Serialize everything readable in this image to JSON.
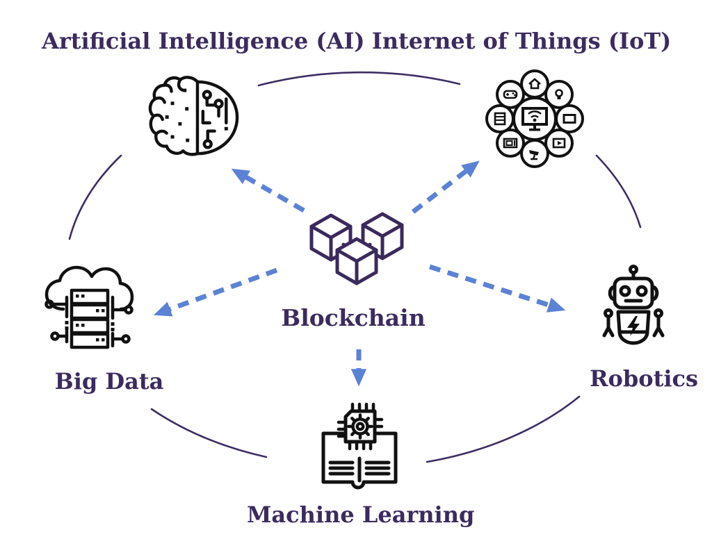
{
  "diagram": {
    "title_implicit": "Blockchain and related technologies",
    "colors": {
      "background": "#ffffff",
      "label_text": "#3b2b5e",
      "arrow_blue": "#5b82d4",
      "arc_purple": "#3d2d63",
      "icon_black": "#111111",
      "cube_purple": "#3a2a5c"
    },
    "center": {
      "label": "Blockchain",
      "icon": "blockchain-cubes-icon"
    },
    "nodes": {
      "ai": {
        "label": "Artificial Intelligence (AI)",
        "icon": "ai-brain-icon"
      },
      "iot": {
        "label": "Internet of Things (IoT)",
        "icon": "iot-devices-icon"
      },
      "bigdata": {
        "label": "Big Data",
        "icon": "big-data-cloud-server-icon"
      },
      "robotics": {
        "label": "Robotics",
        "icon": "robot-icon"
      },
      "ml": {
        "label": "Machine Learning",
        "icon": "machine-learning-book-chip-icon"
      }
    },
    "connections": [
      {
        "from": "Blockchain",
        "to": "Artificial Intelligence (AI)",
        "style": "blue-dashed-arrow"
      },
      {
        "from": "Blockchain",
        "to": "Internet of Things (IoT)",
        "style": "blue-dashed-arrow"
      },
      {
        "from": "Blockchain",
        "to": "Big Data",
        "style": "blue-dashed-arrow"
      },
      {
        "from": "Blockchain",
        "to": "Robotics",
        "style": "blue-dashed-arrow"
      },
      {
        "from": "Blockchain",
        "to": "Machine Learning",
        "style": "blue-dashed-arrow"
      }
    ],
    "outer_ring": "five thin purple elliptical arc segments between outer nodes"
  }
}
